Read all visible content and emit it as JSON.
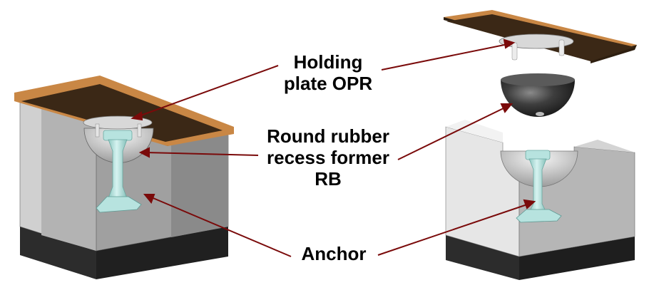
{
  "labels": {
    "holding_plate": [
      "Holding",
      "plate OPR"
    ],
    "rubber_former": [
      "Round rubber",
      "recess former",
      "RB"
    ],
    "anchor": [
      "Anchor"
    ]
  },
  "colors": {
    "leader": "#7a0a0a",
    "block_front": "#cfcfcf",
    "block_side": "#9a9a9a",
    "block_bottom": "#2c2c2c",
    "plate_top": "#c98745",
    "plate_under": "#3b2816",
    "anchor": "#b7e3df",
    "rubber_dark": "#2f2f2f"
  }
}
